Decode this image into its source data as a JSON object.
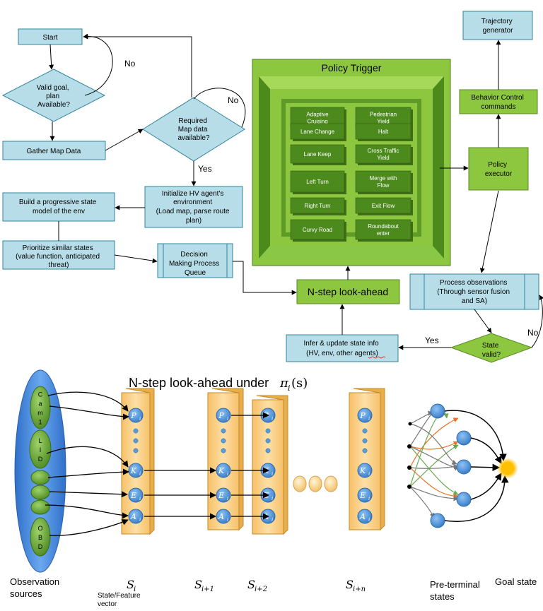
{
  "colors": {
    "flow_box": "#b7dde8",
    "flow_stroke": "#31859c",
    "green": "#8dc63f",
    "green_dark": "#5a8a25",
    "green_light": "#a6d85a",
    "column": "#fad38a",
    "node": "#5b9bd5",
    "obs": "#4f8ee0",
    "goal": "#ffc000"
  },
  "flow": {
    "start": "Start",
    "valid_goal": [
      "Valid goal,",
      "plan",
      "Available?"
    ],
    "no1": "No",
    "gather": "Gather Map Data",
    "required": [
      "Required",
      "Map data",
      "available?"
    ],
    "no2": "No",
    "yes1": "Yes",
    "init": [
      "Initialize HV agent's",
      "environment",
      "(Load map, parse route",
      "plan)"
    ],
    "build": [
      "Build a progressive state",
      "model of the env"
    ],
    "prioritize": [
      "Prioritize similar states",
      "(value function, anticipated",
      "threat)"
    ],
    "queue": [
      "Decision",
      "Making Process",
      "Queue"
    ],
    "lookahead": "N-step look-ahead",
    "infer": [
      "Infer & update state info",
      "(HV, env, other agents)"
    ],
    "yes2": "Yes",
    "state_valid": [
      "State",
      "valid?"
    ],
    "no3": "No",
    "process": [
      "Process observations",
      "(Through sensor fusion",
      "and SA)"
    ],
    "executor": [
      "Policy",
      "executor"
    ],
    "behavior": [
      "Behavior Control",
      "commands"
    ],
    "trajectory": [
      "Trajectory",
      "generator"
    ]
  },
  "policy": {
    "title": "Policy Trigger",
    "left": [
      [
        "Adaptive",
        "Cruising"
      ],
      [
        "Lane Change"
      ],
      [
        "Lane Keep"
      ],
      [
        "Left Turn"
      ],
      [
        "Right Turn"
      ],
      [
        "Curvy Road"
      ]
    ],
    "right": [
      [
        "Pedestrian",
        "Yield"
      ],
      [
        "Halt"
      ],
      [
        "Cross Traffic",
        "Yield"
      ],
      [
        "Merge with",
        "Flow"
      ],
      [
        "Exit Flow"
      ],
      [
        "Roundabout",
        "enter"
      ]
    ]
  },
  "bottom": {
    "title": "N-step look-ahead under",
    "policy_symbol": "π",
    "policy_sub": "i",
    "policy_arg": "(s)",
    "sensors": [
      [
        "C",
        "a",
        "m",
        "1"
      ],
      [
        "L",
        "I",
        "D"
      ],
      [],
      [],
      [],
      [
        "O",
        "B",
        "D"
      ]
    ],
    "column_labels": [
      "P",
      "K",
      "E",
      "A"
    ],
    "sub_i": "i",
    "labels": {
      "observation": [
        "Observation",
        "sources"
      ],
      "state_vec": [
        "State/Feature",
        "vector"
      ],
      "pre_terminal": [
        "Pre-terminal",
        "states"
      ],
      "goal": "Goal state"
    },
    "state_symbol": "S",
    "state_subs": [
      "i",
      "i+1",
      "i+2",
      "i+n"
    ]
  }
}
